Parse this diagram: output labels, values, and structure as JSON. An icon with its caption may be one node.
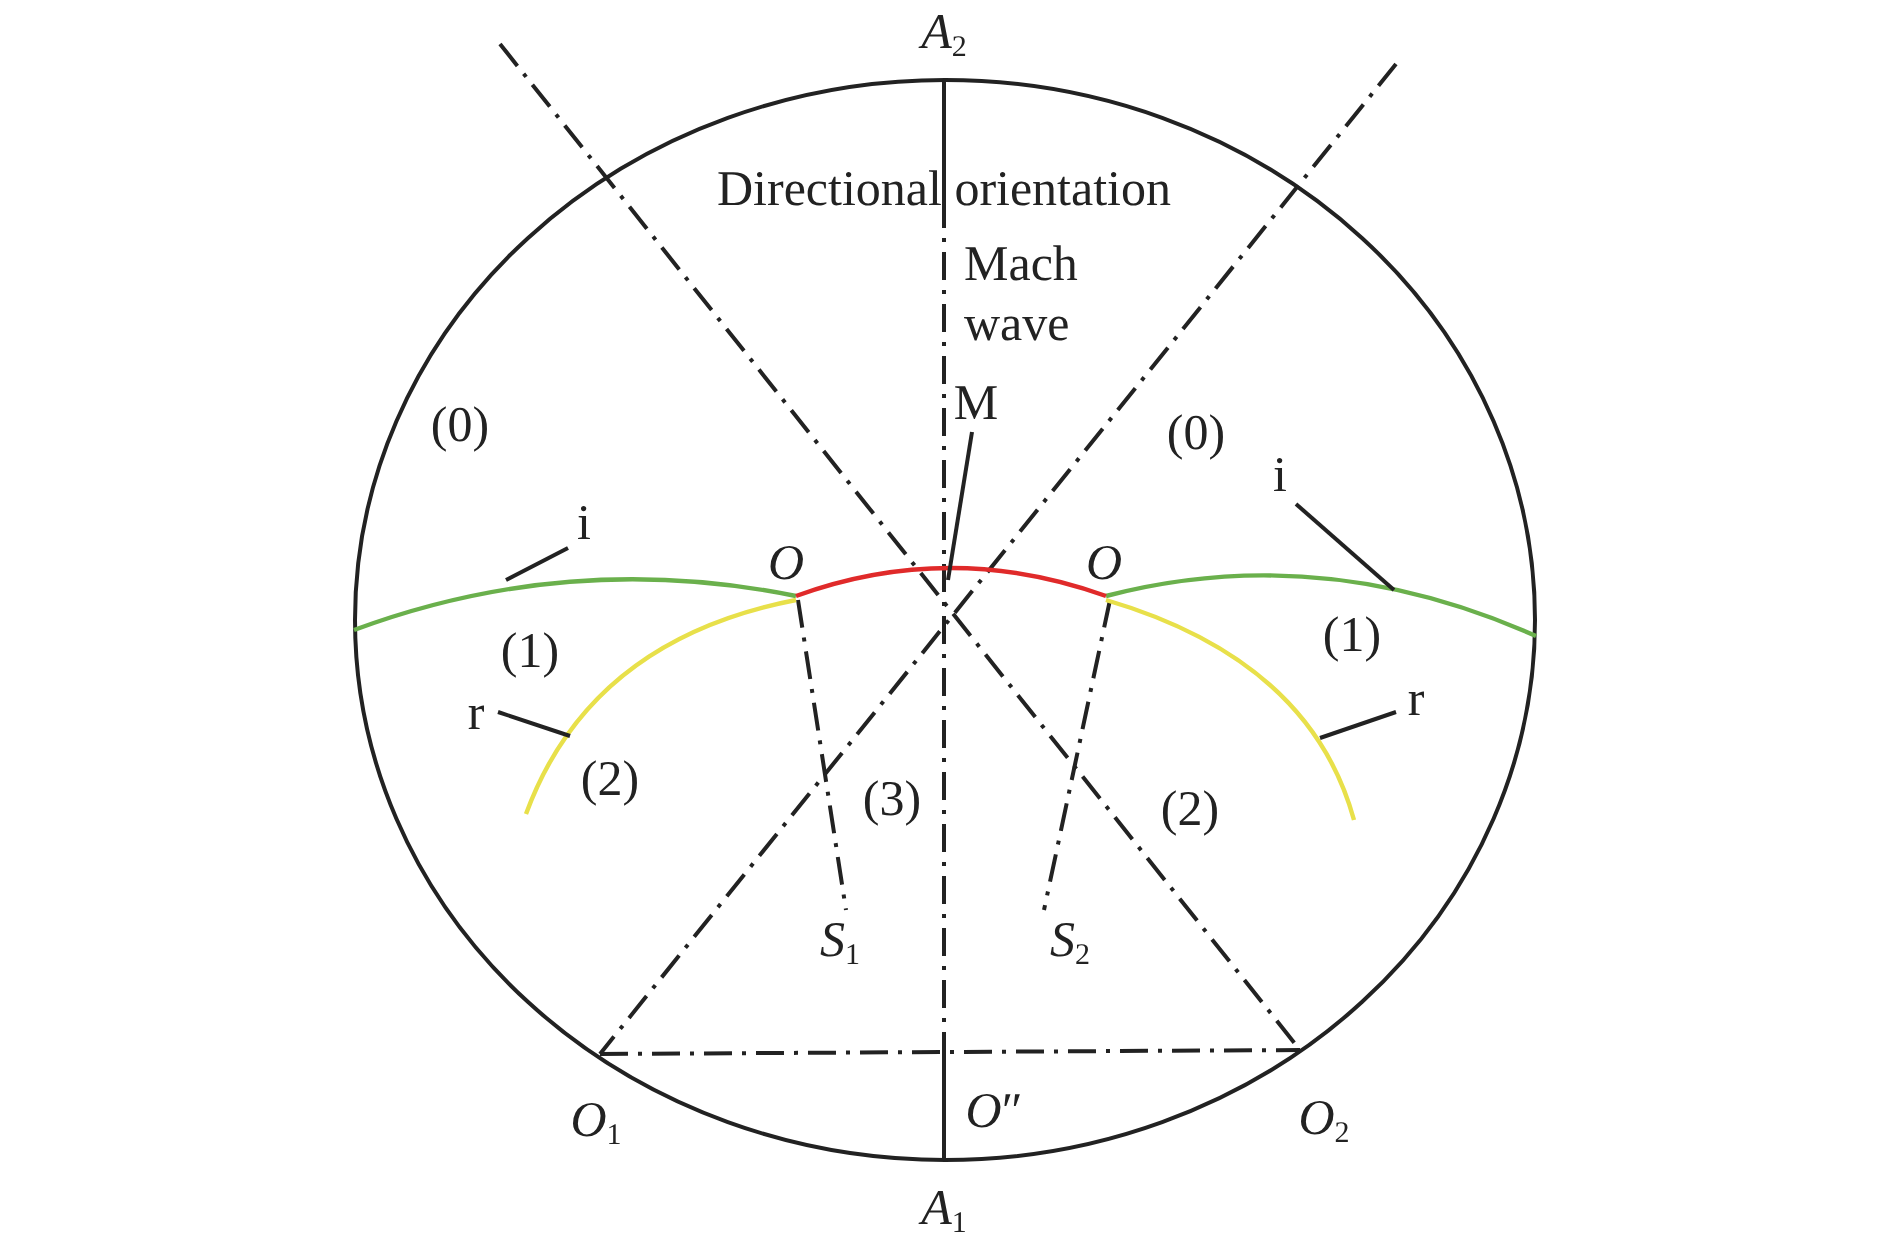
{
  "diagram": {
    "nodes": [
      {
        "text": [
          "i"
        ]
      },
      {
        "text": [],
        "shape": "arc"
      },
      {
        "text": [
          "i"
        ]
      },
      {
        "text": [],
        "shape": "arc"
      },
      {
        "text": [
          "r"
        ]
      },
      {
        "text": [],
        "shape": "arc"
      },
      {
        "text": [
          "r"
        ]
      },
      {
        "text": [],
        "shape": "arc"
      },
      {
        "text": [
          "M"
        ]
      },
      {
        "text": [],
        "shape": "arc"
      }
    ],
    "edges": [
      {
        "from": 0,
        "to": 1,
        "arrow": "none"
      },
      {
        "from": 2,
        "to": 3,
        "arrow": "none"
      },
      {
        "from": 4,
        "to": 5,
        "arrow": "none"
      },
      {
        "from": 6,
        "to": 7,
        "arrow": "none"
      },
      {
        "from": 8,
        "to": 9,
        "arrow": "none"
      }
    ],
    "labels": [
      "*A*$_{2}$",
      "Directional orientation",
      "Mach wave",
      "(0)",
      "(0)",
      "*O*",
      "*O*",
      "(1)",
      "(1)",
      "(2)",
      "(3)",
      "(2)",
      "*S*$_{1}$",
      "*S*$_{2}$",
      "*O*$_{1}$",
      "*O*″",
      "*O*$_{2}$",
      "*A*$_{1}$"
    ]
  }
}
